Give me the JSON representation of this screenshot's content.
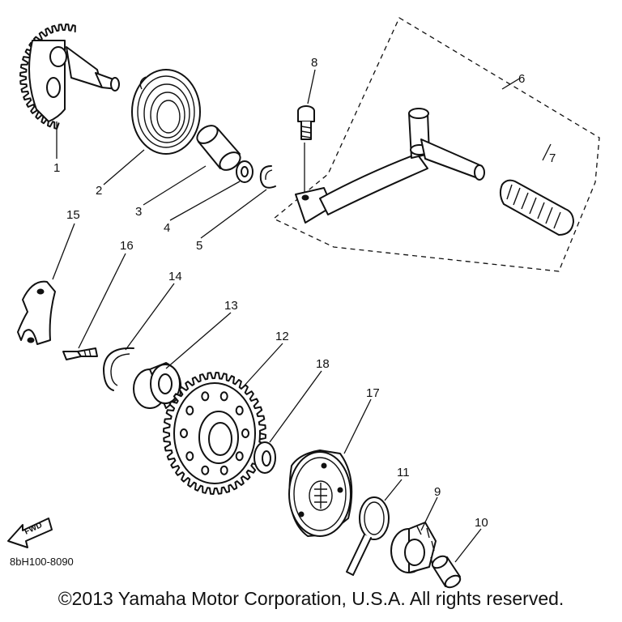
{
  "diagram_code": "8bH100-8090",
  "fwd_label": "FWD",
  "copyright": "©2013 Yamaha Motor Corporation, U.S.A. All rights reserved.",
  "callouts": {
    "c1": "1",
    "c2": "2",
    "c3": "3",
    "c4": "4",
    "c5": "5",
    "c6": "6",
    "c7": "7",
    "c8": "8",
    "c9": "9",
    "c10": "10",
    "c11": "11",
    "c12": "12",
    "c13": "13",
    "c14": "14",
    "c15": "15",
    "c16": "16",
    "c17": "17",
    "c18": "18"
  },
  "icons": {
    "fwd_arrow": "fwd-arrow-icon"
  }
}
